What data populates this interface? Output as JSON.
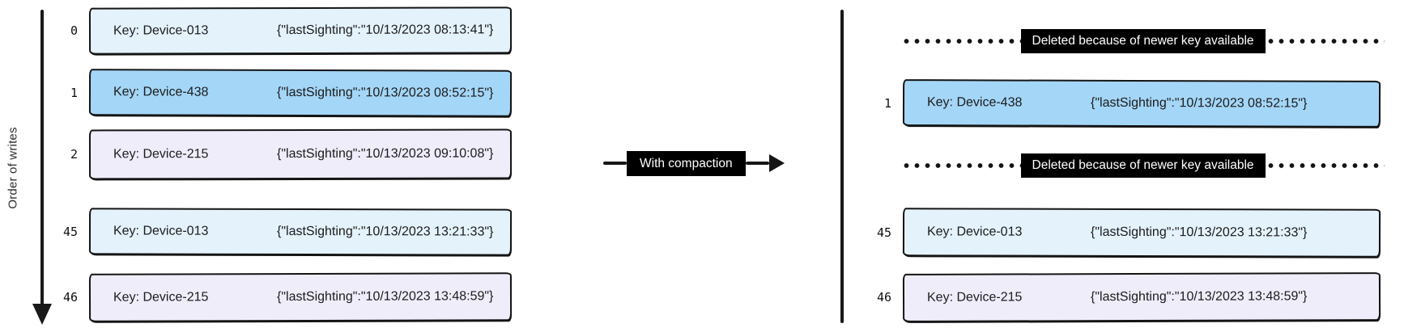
{
  "left_log": {
    "axis_label": "Order of writes",
    "rows": [
      {
        "index": "0",
        "key": "Key: Device-013",
        "value": "{\"lastSighting\":\"10/13/2023 08:13:41\"}",
        "fill": "light_blue"
      },
      {
        "index": "1",
        "key": "Key: Device-438",
        "value": "{\"lastSighting\":\"10/13/2023 08:52:15\"}",
        "fill": "blue"
      },
      {
        "index": "2",
        "key": "Key: Device-215",
        "value": "{\"lastSighting\":\"10/13/2023 09:10:08\"}",
        "fill": "lavender"
      },
      {
        "index": "45",
        "key": "Key: Device-013",
        "value": "{\"lastSighting\":\"10/13/2023 13:21:33\"}",
        "fill": "light_blue"
      },
      {
        "index": "46",
        "key": "Key: Device-215",
        "value": "{\"lastSighting\":\"10/13/2023 13:48:59\"}",
        "fill": "lavender"
      }
    ]
  },
  "arrow": {
    "label": "With compaction"
  },
  "right_log": {
    "items": [
      {
        "type": "deleted",
        "label": "Deleted because of newer key available"
      },
      {
        "type": "record",
        "index": "1",
        "key": "Key: Device-438",
        "value": "{\"lastSighting\":\"10/13/2023 08:52:15\"}",
        "fill": "blue"
      },
      {
        "type": "deleted",
        "label": "Deleted because of newer key available"
      },
      {
        "type": "record",
        "index": "45",
        "key": "Key: Device-013",
        "value": "{\"lastSighting\":\"10/13/2023 13:21:33\"}",
        "fill": "light_blue"
      },
      {
        "type": "record",
        "index": "46",
        "key": "Key: Device-215",
        "value": "{\"lastSighting\":\"10/13/2023 13:48:59\"}",
        "fill": "lavender"
      }
    ]
  },
  "colors": {
    "light_blue": "#e4f2fc",
    "blue": "#a4d6f7",
    "lavender": "#f0edfb",
    "stroke": "#141414",
    "badge_bg": "#000000",
    "badge_text": "#ffffff"
  }
}
